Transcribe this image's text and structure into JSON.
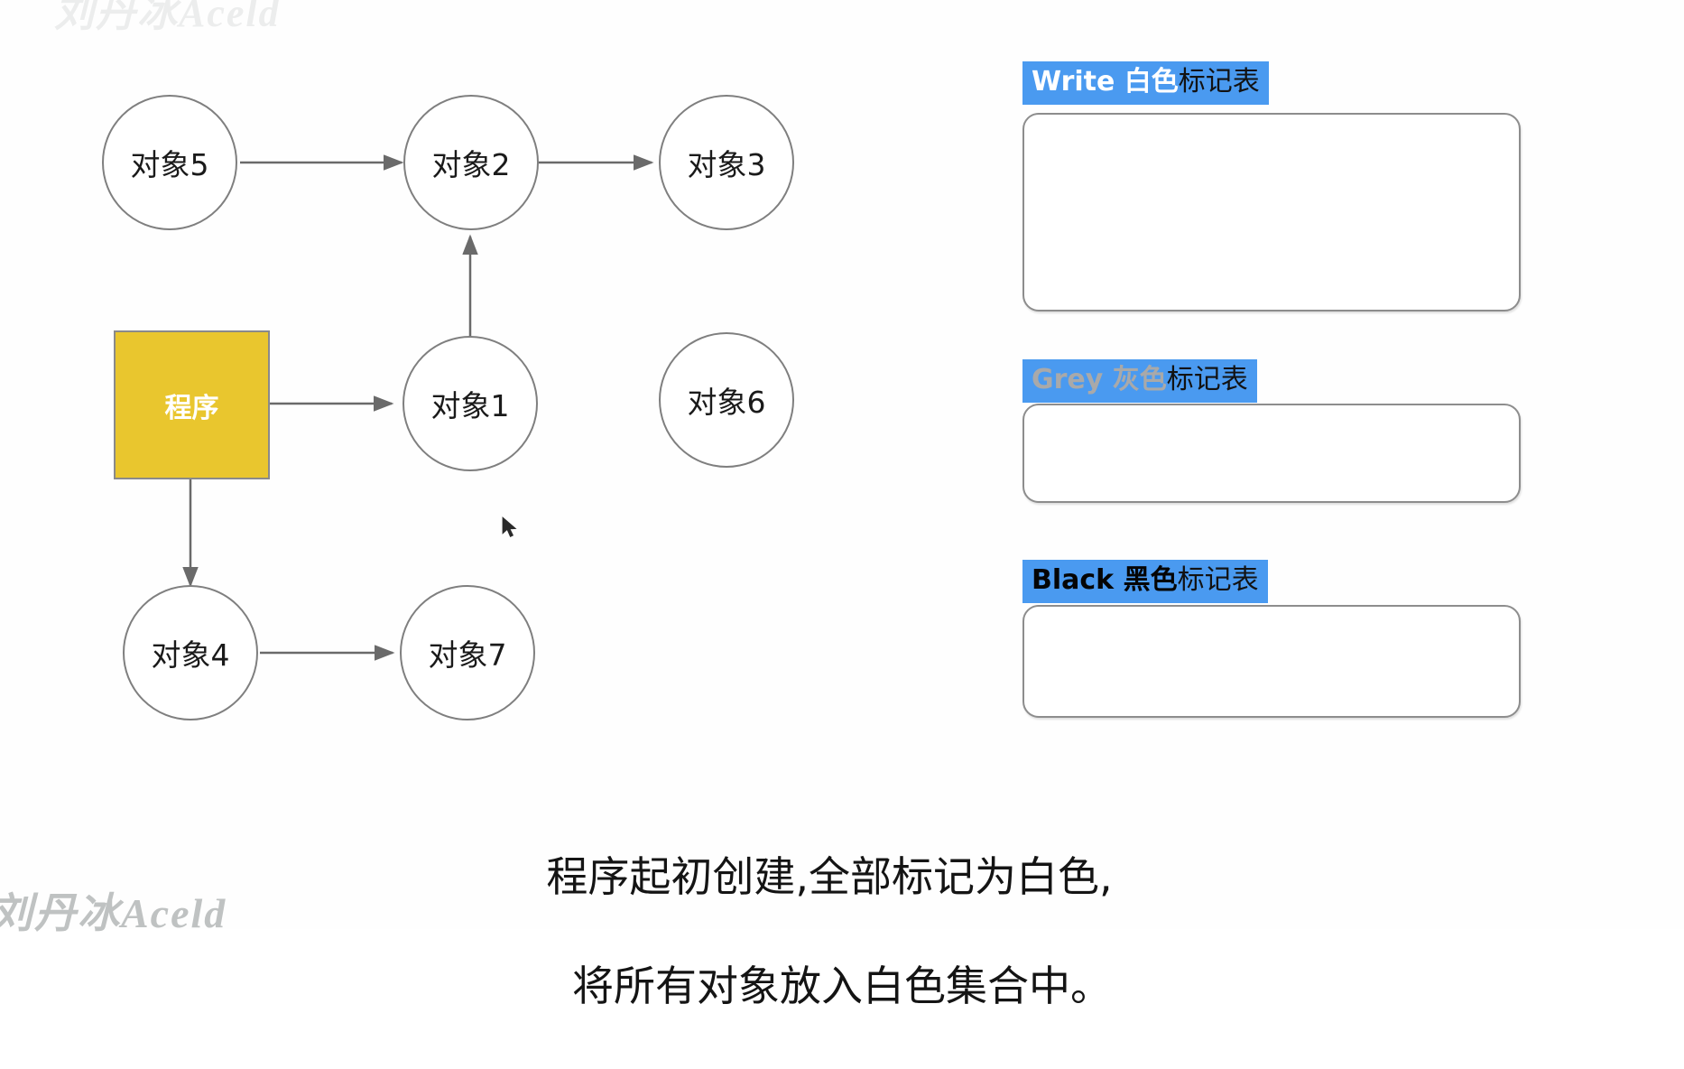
{
  "watermarks": {
    "top": "刘丹冰Aceld",
    "bottom": "刘丹冰Aceld"
  },
  "graph": {
    "program_label": "程序",
    "nodes": [
      {
        "id": "obj5",
        "label": "对象5"
      },
      {
        "id": "obj2",
        "label": "对象2"
      },
      {
        "id": "obj3",
        "label": "对象3"
      },
      {
        "id": "obj1",
        "label": "对象1"
      },
      {
        "id": "obj6",
        "label": "对象6"
      },
      {
        "id": "obj4",
        "label": "对象4"
      },
      {
        "id": "obj7",
        "label": "对象7"
      }
    ],
    "edges": [
      {
        "from": "obj5",
        "to": "obj2"
      },
      {
        "from": "obj2",
        "to": "obj3"
      },
      {
        "from": "obj1",
        "to": "obj2"
      },
      {
        "from": "程序",
        "to": "obj1"
      },
      {
        "from": "程序",
        "to": "obj4"
      },
      {
        "from": "obj4",
        "to": "obj7"
      }
    ],
    "colors": {
      "program_fill": "#e9c62e",
      "program_border": "#8a8a8a",
      "node_border": "#7f7f7f",
      "edge": "#6a6a6a"
    }
  },
  "mark_tables": [
    {
      "id": "white",
      "title_lead": "Write 白色",
      "title_tail": "标记表",
      "lead_color": "#ffffff",
      "highlight_color": "#4a9af0",
      "items": []
    },
    {
      "id": "grey",
      "title_lead": "Grey 灰色",
      "title_tail": "标记表",
      "lead_color": "#a9a9a9",
      "highlight_color": "#4a9af0",
      "items": []
    },
    {
      "id": "black",
      "title_lead": "Black 黑色",
      "title_tail": "标记表",
      "lead_color": "#050505",
      "highlight_color": "#4a9af0",
      "items": []
    }
  ],
  "caption": {
    "line1": "程序起初创建,全部标记为白色,",
    "line2": "将所有对象放入白色集合中。"
  }
}
